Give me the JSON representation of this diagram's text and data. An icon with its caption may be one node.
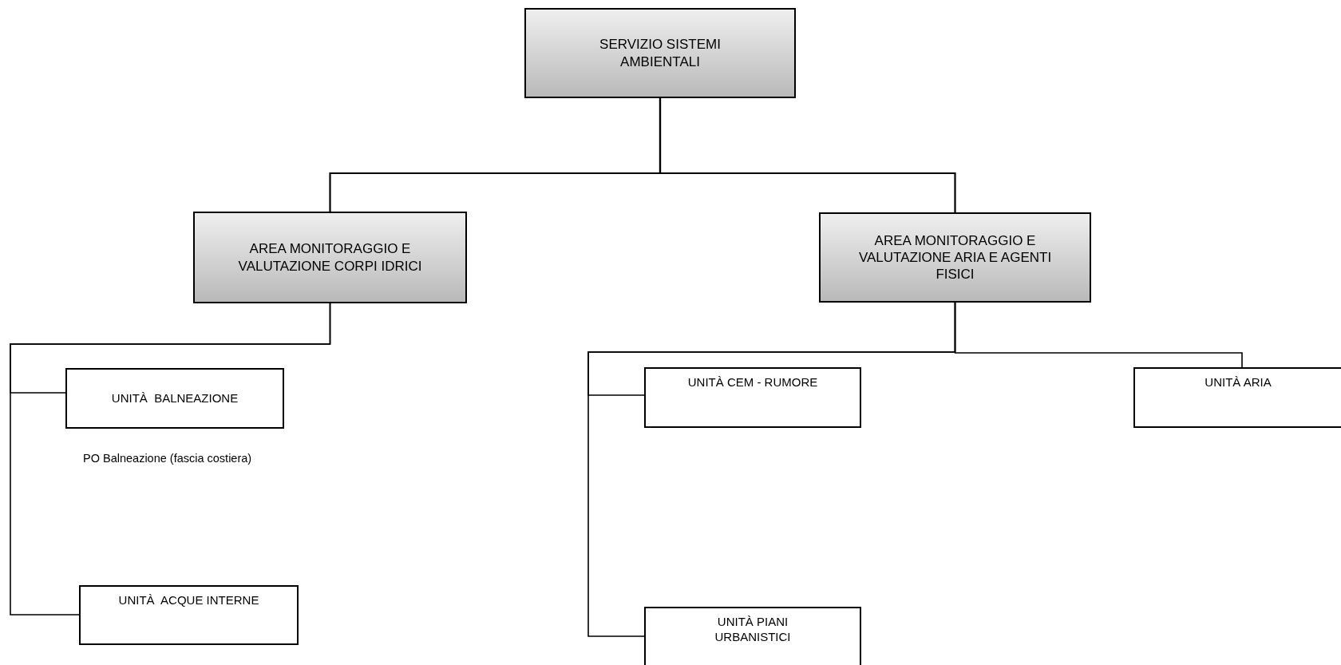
{
  "diagram": {
    "nodes": [
      {
        "text": [
          "SERVIZIO SISTEMI AMBIENTALI"
        ]
      },
      {
        "text": [
          "AREA MONITORAGGIO E VALUTAZIONE CORPI IDRICI"
        ]
      },
      {
        "text": [
          "AREA MONITORAGGIO E VALUTAZIONE ARIA E AGENTI FISICI"
        ]
      },
      {
        "text": [
          "UNITÀ  BALNEAZIONE"
        ],
        "beside": [
          "PO Balneazione (fascia costiera)"
        ]
      },
      {
        "text": [
          "UNITÀ CEM - RUMORE"
        ]
      },
      {
        "text": [
          "UNITÀ ARIA"
        ]
      },
      {
        "text": [
          "UNITÀ  ACQUE INTERNE"
        ]
      },
      {
        "text": [
          "UNITÀ PIANI URBANISTICI"
        ]
      }
    ],
    "edges": [
      {
        "from": 0,
        "to": 1,
        "arrow": "none"
      },
      {
        "from": 0,
        "to": 2,
        "arrow": "none"
      },
      {
        "from": 1,
        "to": 3,
        "arrow": "none"
      },
      {
        "from": 1,
        "to": 6,
        "arrow": "none"
      },
      {
        "from": 2,
        "to": 4,
        "arrow": "none"
      },
      {
        "from": 2,
        "to": 7,
        "arrow": "none"
      },
      {
        "from": 2,
        "to": 5,
        "arrow": "none"
      }
    ]
  }
}
